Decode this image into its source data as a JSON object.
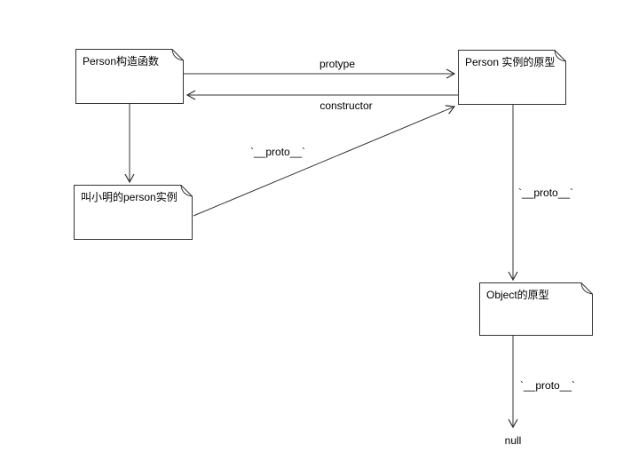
{
  "diagram": {
    "nodes": [
      {
        "label": "Person构造函数"
      },
      {
        "label": "Person 实例的原型"
      },
      {
        "label": "叫小明的person实例"
      },
      {
        "label": "Object的原型"
      }
    ],
    "edge_labels": {
      "prototype": "protype",
      "constructor": "constructor",
      "proto_instance": "`__proto__`",
      "proto_person": "`__proto__`",
      "proto_object": "`__proto__`"
    },
    "terminal": "null",
    "colors": {
      "line": "#333333",
      "node_border": "#333333",
      "node_fill": "#ffffff",
      "text": "#000000",
      "background": "#ffffff"
    }
  }
}
